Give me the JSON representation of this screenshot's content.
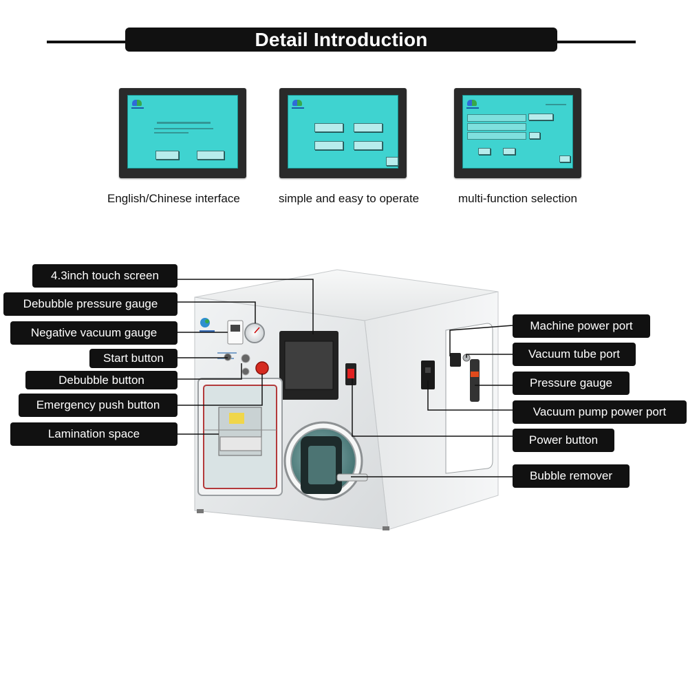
{
  "header": {
    "title": "Detail Introduction"
  },
  "screens": [
    {
      "caption": "English/Chinese interface"
    },
    {
      "caption": "simple and easy to operate"
    },
    {
      "caption": "multi-function selection"
    }
  ],
  "labels_left": [
    "4.3inch touch screen",
    "Debubble pressure gauge",
    "Negative vacuum gauge",
    "Start button",
    "Debubble button",
    "Emergency push button",
    "Lamination space"
  ],
  "labels_right": [
    "Machine power port",
    "Vacuum tube port",
    "Pressure gauge",
    "Vacuum pump power port",
    "Power button",
    "Bubble remover"
  ]
}
